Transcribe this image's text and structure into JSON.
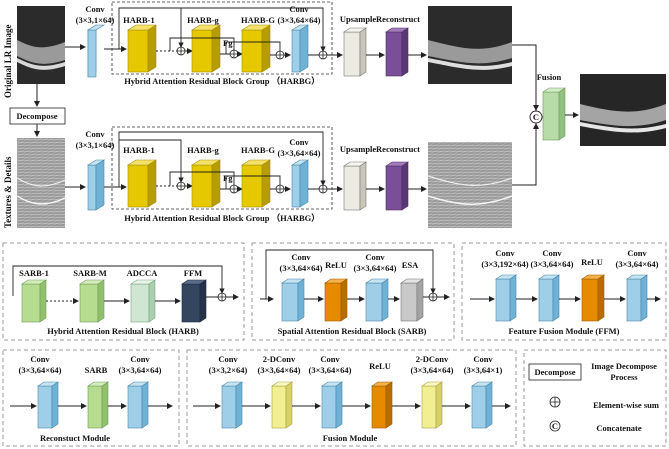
{
  "colors": {
    "conv_blue": "#9fcfe8",
    "harb_yellow": "#e6c800",
    "upsample_white": "#ecebe2",
    "reconstruct_purple": "#7a4f98",
    "fusion_green": "#b8dca8",
    "sarb_green": "#b6dc8f",
    "adcca_green": "#cfe7d2",
    "ffm_navy": "#34465f",
    "relu_orange": "#e68a00",
    "dconv_yellow": "#f2ef93",
    "esa_gray": "#c9c9c9"
  },
  "main": {
    "side_label_top": "Original LR Image",
    "side_label_bottom": "Textures & Details",
    "decompose_label": "Decompose",
    "fusion_label": "Fusion",
    "concat_symbol": "C",
    "fg_label": "Fg",
    "row_top": {
      "conv_label": "Conv",
      "conv_shape": "(3×3,1×64)",
      "harb1": "HARB-1",
      "harbg": "HARB-g",
      "harbG": "HARB-G",
      "conv_end_label": "Conv",
      "conv_end_shape": "(3×3,64×64)",
      "upsample": "Upsample",
      "reconstruct": "Reconstruct",
      "group_caption": "Hybrid Attention Residual Block Group （HARBG）"
    },
    "row_bottom": {
      "conv_label": "Conv",
      "conv_shape": "(3×3,1×64)",
      "harb1": "HARB-1",
      "harbg": "HARB-g",
      "harbG": "HARB-G",
      "conv_end_label": "Conv",
      "conv_end_shape": "(3×3,64×64)",
      "upsample": "Upsample",
      "reconstruct": "Reconstruct",
      "group_caption": "Hybrid Attention Residual Block Group （HARBG）"
    }
  },
  "harb_panel": {
    "sarb1": "SARB-1",
    "sarbm": "SARB-M",
    "adcca": "ADCCA",
    "ffm": "FFM",
    "caption": "Hybrid Attention Residual Block (HARB)"
  },
  "sarb_panel": {
    "conv1_label": "Conv",
    "conv1_shape": "(3×3,64×64)",
    "relu": "ReLU",
    "conv2_label": "Conv",
    "conv2_shape": "(3×3,64×64)",
    "esa": "ESA",
    "caption": "Spatial Attention Residual Block (SARB)"
  },
  "ffm_panel": {
    "conv1_label": "Conv",
    "conv1_shape": "(3×3,192×64)",
    "conv2_label": "Conv",
    "conv2_shape": "(3×3,64×64)",
    "relu": "ReLU",
    "conv3_label": "Conv",
    "conv3_shape": "(3×3,64×64)",
    "caption": "Feature Fusion Module (FFM)"
  },
  "recon_panel": {
    "conv1_label": "Conv",
    "conv1_shape": "(3×3,64×64)",
    "sarb": "SARB",
    "conv2_label": "Conv",
    "conv2_shape": "(3×3,64×64)",
    "caption": "Reconstuct Module"
  },
  "fusion_panel": {
    "conv1_label": "Conv",
    "conv1_shape": "(3×3,2×64)",
    "dconv1_label": "2-DConv",
    "dconv1_shape": "(3×3,64×64)",
    "conv2_label": "Conv",
    "conv2_shape": "(3×3,64×64)",
    "relu": "ReLU",
    "dconv2_label": "2-DConv",
    "dconv2_shape": "(3×3,64×64)",
    "conv3_label": "Conv",
    "conv3_shape": "(3×3,64×1)",
    "caption": "Fusion Module"
  },
  "legend": {
    "decompose_box": "Decompose",
    "decompose_desc_1": "Image Decompose",
    "decompose_desc_2": "Process",
    "sum_desc": "Element-wise sum",
    "concat_symbol": "C",
    "concat_desc": "Concatenate"
  }
}
